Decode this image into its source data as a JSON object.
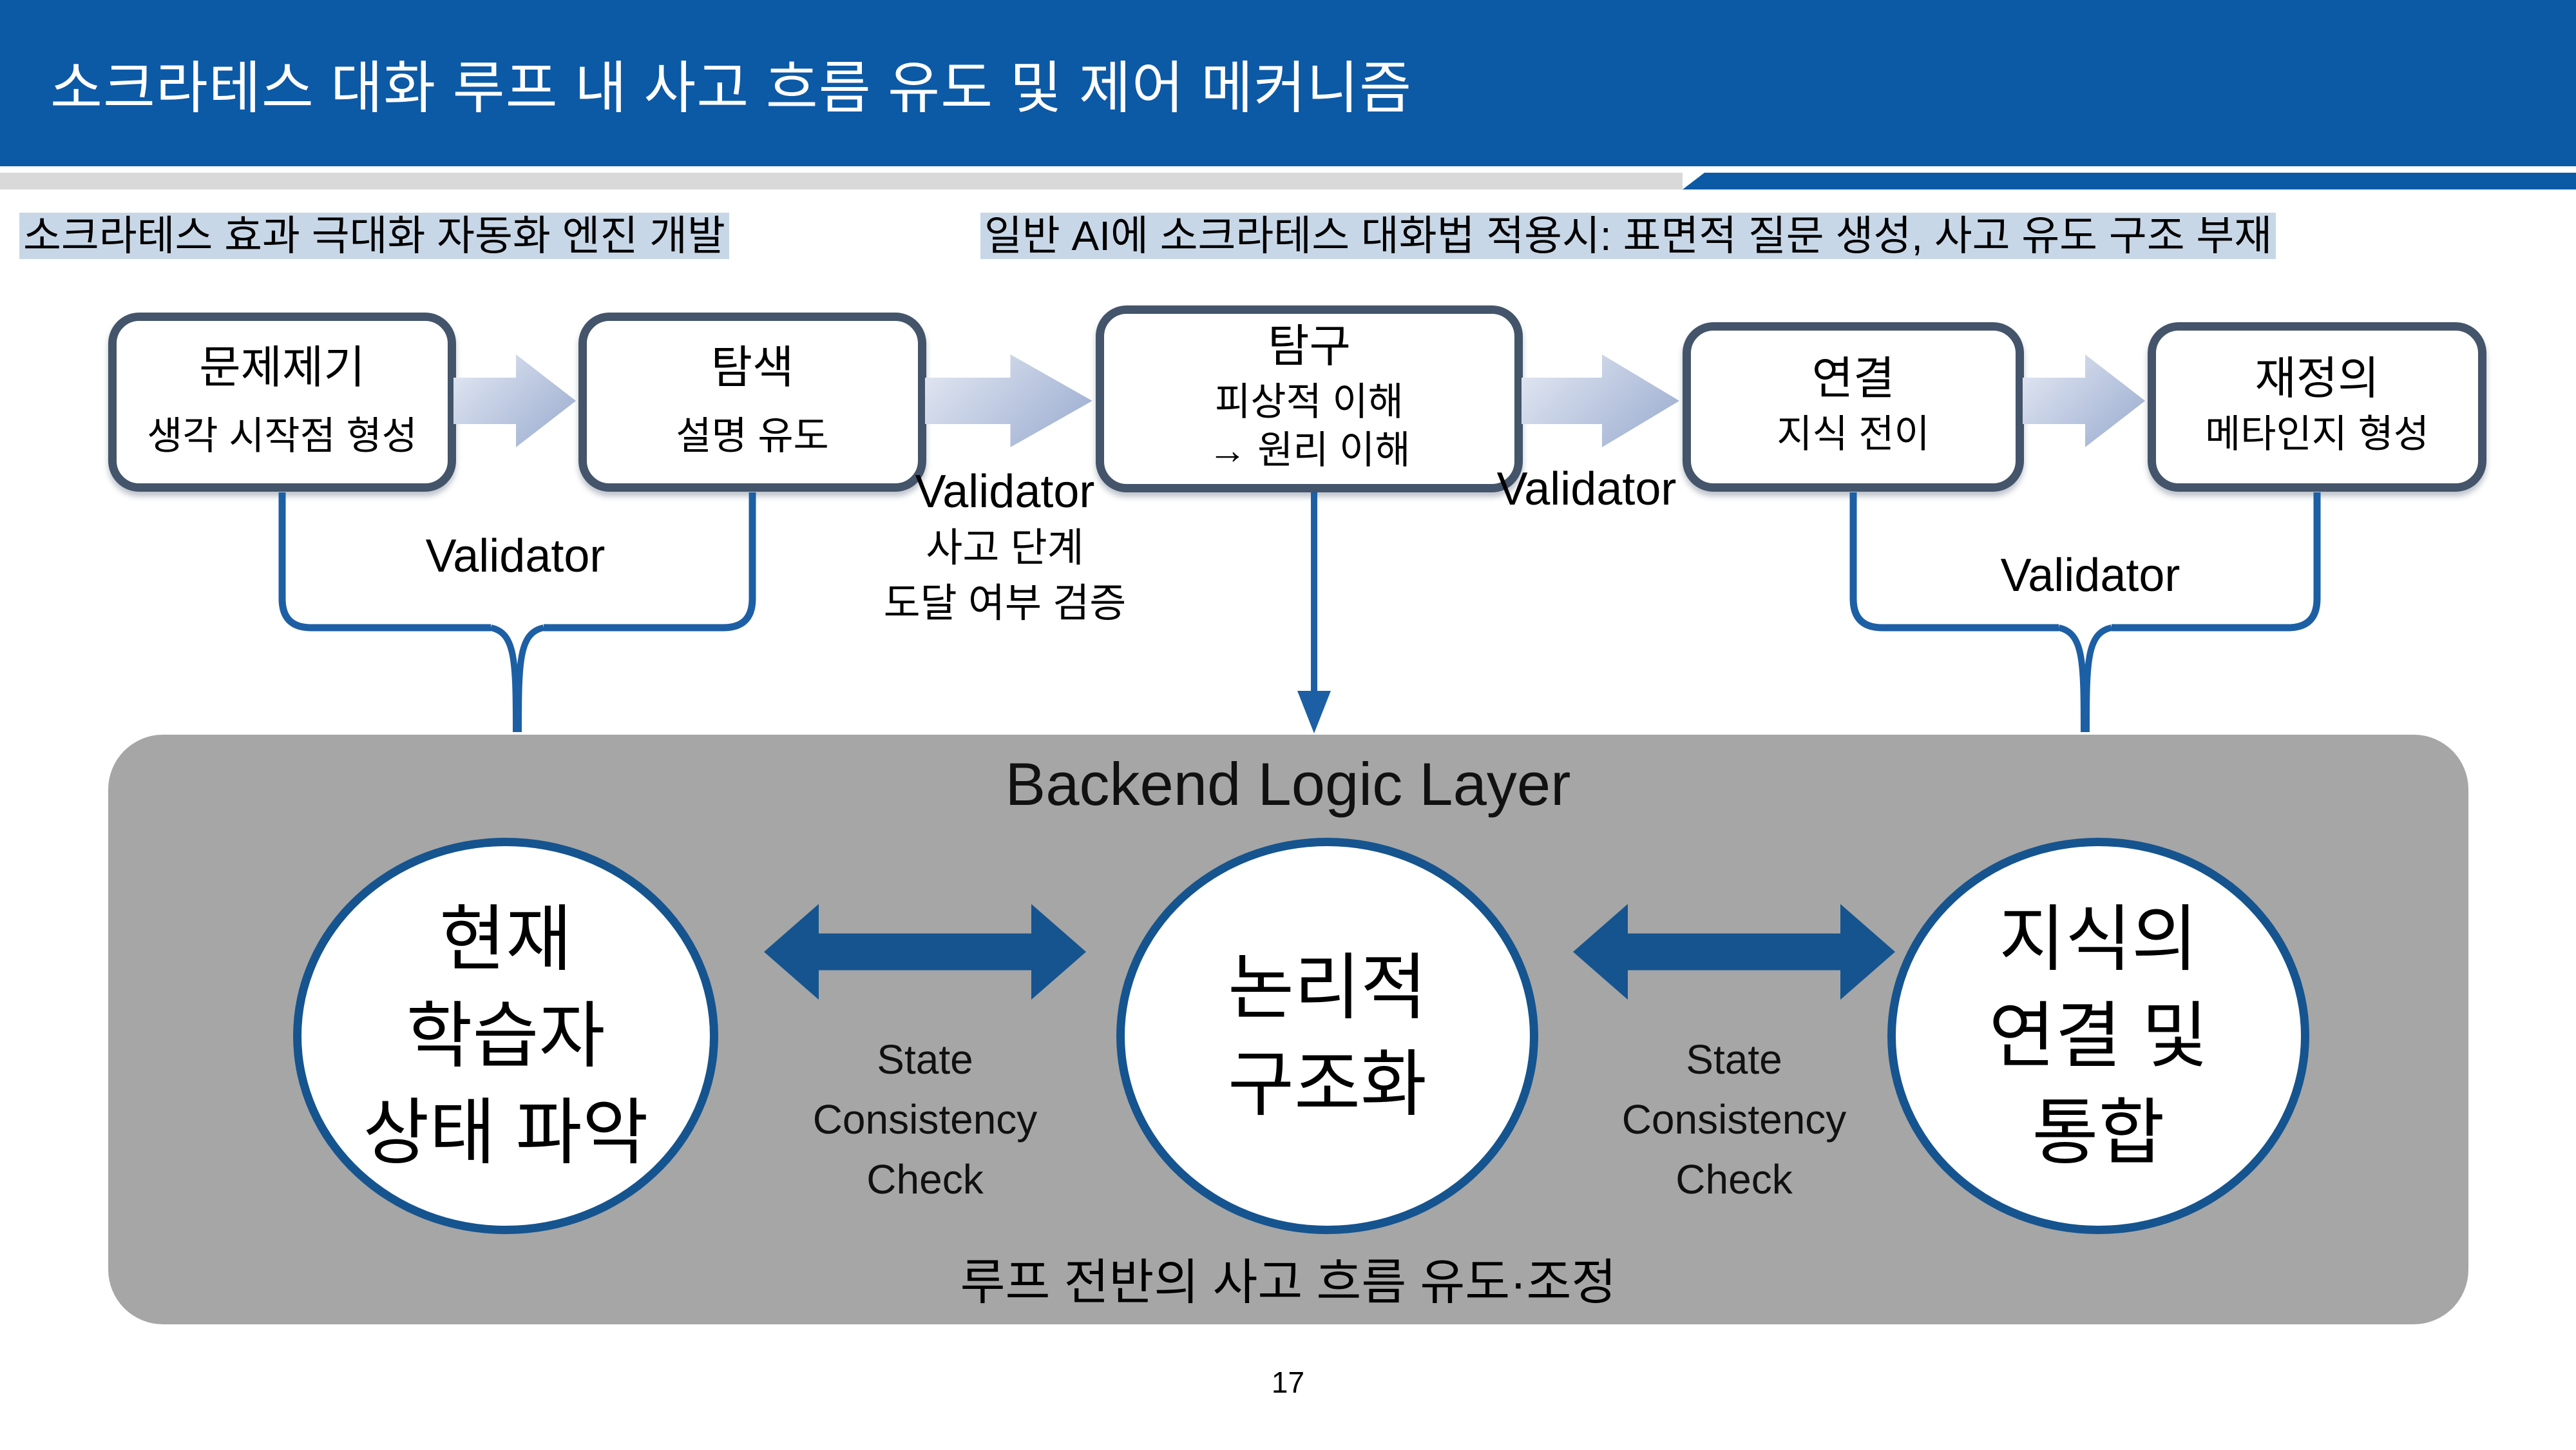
{
  "header": {
    "title": "소크라테스 대화 루프 내 사고 흐름 유도 및 제어 메커니즘"
  },
  "notes": {
    "left": "소크라테스 효과 극대화 자동화 엔진 개발",
    "right": "일반 AI에 소크라테스 대화법 적용시: 표면적 질문 생성, 사고 유도 구조 부재"
  },
  "flow": {
    "steps": [
      {
        "title": "문제제기",
        "line1": "생각 시작점 형성",
        "line2": ""
      },
      {
        "title": "탐색",
        "line1": "설명 유도",
        "line2": ""
      },
      {
        "title": "탐구",
        "line1": "피상적 이해",
        "line2": "→ 원리 이해"
      },
      {
        "title": "연결",
        "line1": "지식 전이",
        "line2": ""
      },
      {
        "title": "재정의",
        "line1": "메타인지 형성",
        "line2": ""
      }
    ],
    "validators": {
      "v1": "Validator",
      "v2_title": "Validator",
      "v2_line1": "사고 단계",
      "v2_line2": "도달 여부 검증",
      "v3": "Validator",
      "v4": "Validator"
    }
  },
  "backend": {
    "title": "Backend Logic Layer",
    "circles": [
      {
        "line1": "현재",
        "line2": "학습자",
        "line3": "상태 파악"
      },
      {
        "line1": "논리적",
        "line2": "구조화",
        "line3": ""
      },
      {
        "line1": "지식의",
        "line2": "연결 및",
        "line3": "통합"
      }
    ],
    "sync_left": {
      "line1": "State",
      "line2": "Consistency",
      "line3": "Check"
    },
    "sync_right": {
      "line1": "State",
      "line2": "Consistency",
      "line3": "Check"
    },
    "caption": "루프 전반의 사고 흐름 유도·조정"
  },
  "footer": {
    "page_number": "17"
  },
  "colors": {
    "header_blue": "#0c59a6",
    "stripe_gray": "#d9d9d9",
    "highlight_bg": "#c8d7e7",
    "box_border": "#44546a",
    "brace_blue": "#1d5fa4",
    "dark_blue": "#15548f",
    "panel_gray": "#a6a6a6",
    "flow_arrow_gradient_from": "#e6eaf4",
    "flow_arrow_gradient_to": "#96a9ce"
  }
}
